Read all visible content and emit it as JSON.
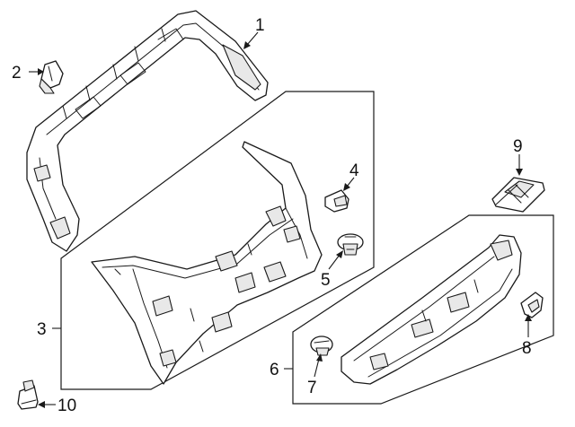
{
  "diagram": {
    "callouts": [
      {
        "id": "1",
        "label": "1",
        "part": "upper-garnish-trim"
      },
      {
        "id": "2",
        "label": "2",
        "part": "retainer-clip"
      },
      {
        "id": "3",
        "label": "3",
        "part": "liftgate-trim-panel"
      },
      {
        "id": "4",
        "label": "4",
        "part": "trim-clip"
      },
      {
        "id": "5",
        "label": "5",
        "part": "push-retainer"
      },
      {
        "id": "6",
        "label": "6",
        "part": "pull-handle-assembly"
      },
      {
        "id": "7",
        "label": "7",
        "part": "handle-retainer"
      },
      {
        "id": "8",
        "label": "8",
        "part": "handle-clip"
      },
      {
        "id": "9",
        "label": "9",
        "part": "lamp-bezel"
      },
      {
        "id": "10",
        "label": "10",
        "part": "bumper-stop"
      }
    ]
  }
}
